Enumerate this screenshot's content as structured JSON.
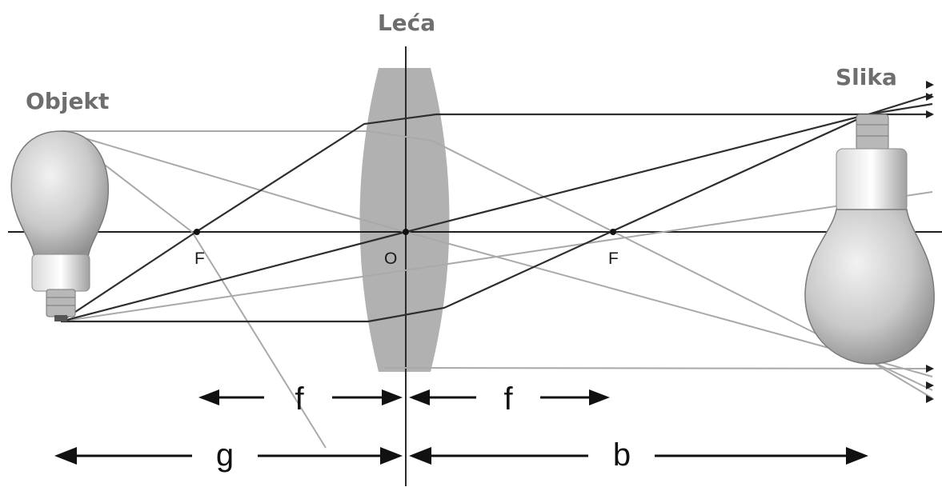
{
  "labels": {
    "lens": "Leća",
    "object": "Objekt",
    "image": "Slika",
    "focus_left": "F",
    "center": "O",
    "focus_right": "F",
    "focal_left": "f",
    "focal_right": "f",
    "object_distance": "g",
    "image_distance": "b"
  },
  "colors": {
    "lens_fill": "#a8a8a8",
    "ray_dark": "#2e2e2e",
    "ray_light": "#a9a9a9",
    "heading": "#6e6e6e",
    "bulb_glass": "#c9c9c9"
  },
  "icons": {
    "object": "light-bulb-upright-icon",
    "image": "light-bulb-inverted-icon"
  }
}
